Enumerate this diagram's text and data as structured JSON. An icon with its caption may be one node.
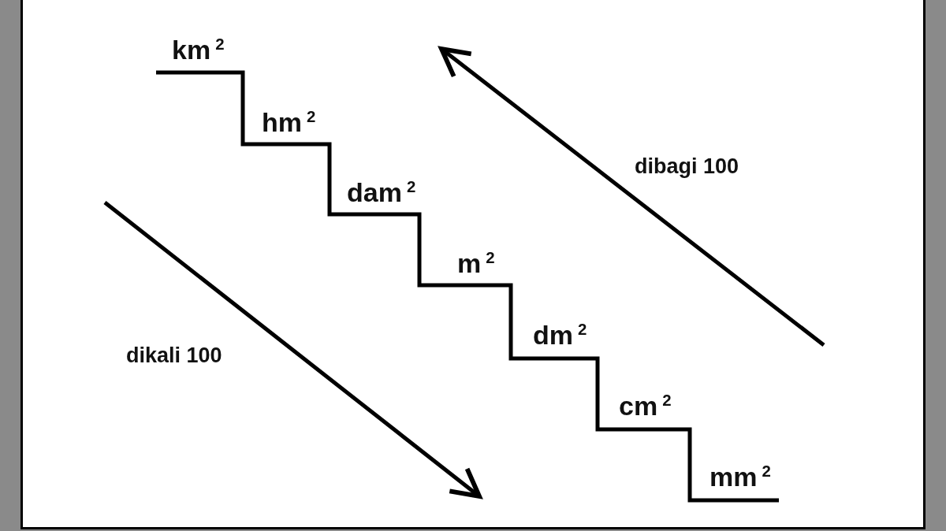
{
  "diagram": {
    "labels": [
      "km$^{2}$",
      "hm$^{2}$",
      "dam$^{2}$",
      "m$^{2}$",
      "dibagi 100",
      "dm$^{2}$",
      "dikali 100",
      "cm$^{2}$",
      "mm$^{2}$"
    ]
  }
}
